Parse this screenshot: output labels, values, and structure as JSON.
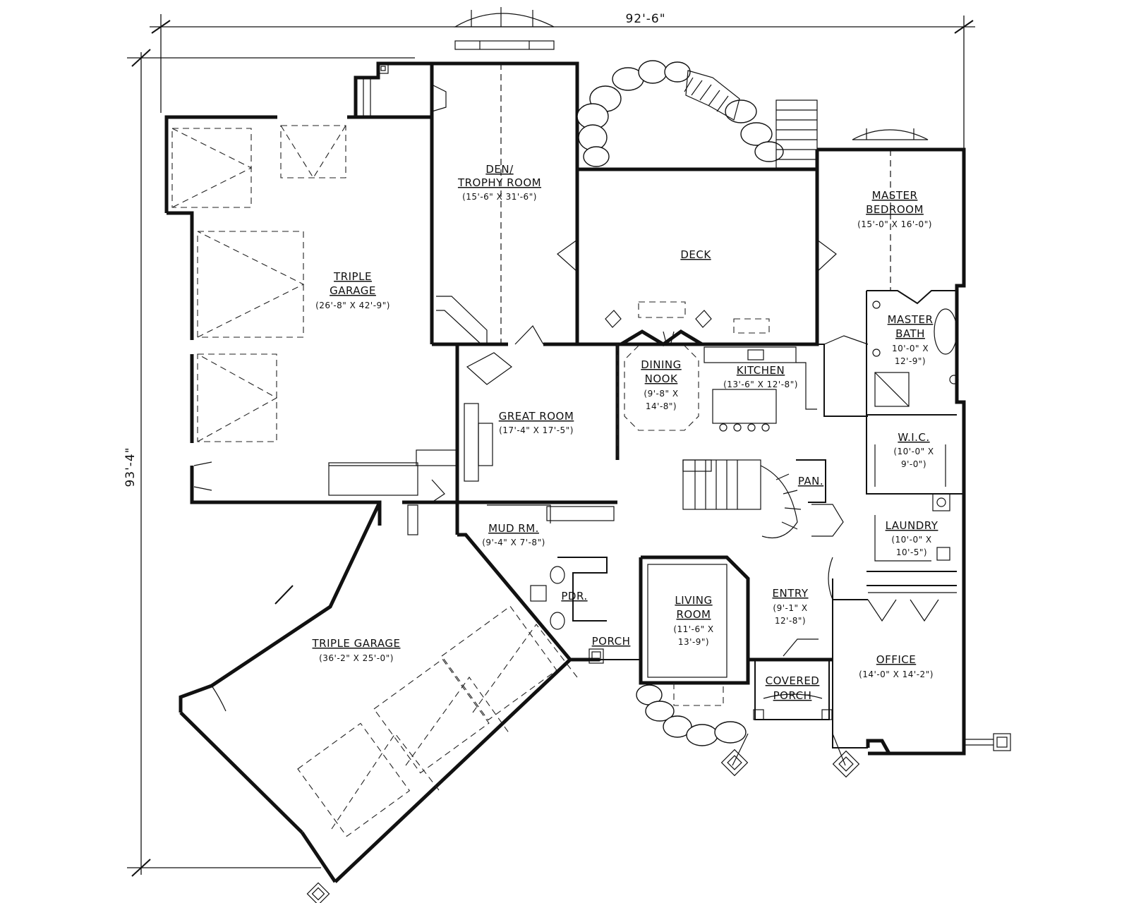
{
  "dimensions": {
    "overall_width": "92'-6\"",
    "overall_depth": "93'-4\""
  },
  "rooms": {
    "den": {
      "name_line1": "DEN/",
      "name_line2": "TROPHY ROOM",
      "size": "(15'-6\" X 31'-6\")"
    },
    "triple_garage_north": {
      "name_line1": "TRIPLE",
      "name_line2": "GARAGE",
      "size": "(26'-8\" X 42'-9\")"
    },
    "deck": {
      "name": "DECK"
    },
    "master_bedroom": {
      "name_line1": "MASTER",
      "name_line2": "BEDROOM",
      "size": "(15'-0\" X 16'-0\")"
    },
    "master_bath": {
      "name_line1": "MASTER",
      "name_line2": "BATH",
      "size_line1": "10'-0\" X",
      "size_line2": "12'-9\")"
    },
    "dining_nook": {
      "name_line1": "DINING",
      "name_line2": "NOOK",
      "size_line1": "(9'-8\" X",
      "size_line2": "14'-8\")"
    },
    "kitchen": {
      "name": "KITCHEN",
      "size": "(13'-6\" X 12'-8\")"
    },
    "great_room": {
      "name": "GREAT ROOM",
      "size": "(17'-4\" X 17'-5\")"
    },
    "wic": {
      "name": "W.I.C.",
      "size_line1": "(10'-0\" X",
      "size_line2": "9'-0\")"
    },
    "pantry": {
      "name": "PAN."
    },
    "laundry": {
      "name": "LAUNDRY",
      "size_line1": "(10'-0\" X",
      "size_line2": "10'-5\")"
    },
    "mud_room": {
      "name": "MUD RM.",
      "size": "(9'-4\" X 7'-8\")"
    },
    "powder": {
      "name": "PDR."
    },
    "living_room": {
      "name_line1": "LIVING",
      "name_line2": "ROOM",
      "size_line1": "(11'-6\" X",
      "size_line2": "13'-9\")"
    },
    "entry": {
      "name": "ENTRY",
      "size_line1": "(9'-1\" X",
      "size_line2": "12'-8\")"
    },
    "porch": {
      "name": "PORCH"
    },
    "covered_porch": {
      "name_line1": "COVERED",
      "name_line2": "PORCH"
    },
    "office": {
      "name": "OFFICE",
      "size": "(14'-0\" X 14'-2\")"
    },
    "triple_garage_south": {
      "name": "TRIPLE GARAGE",
      "size": "(36'-2\" X 25'-0\")"
    }
  }
}
